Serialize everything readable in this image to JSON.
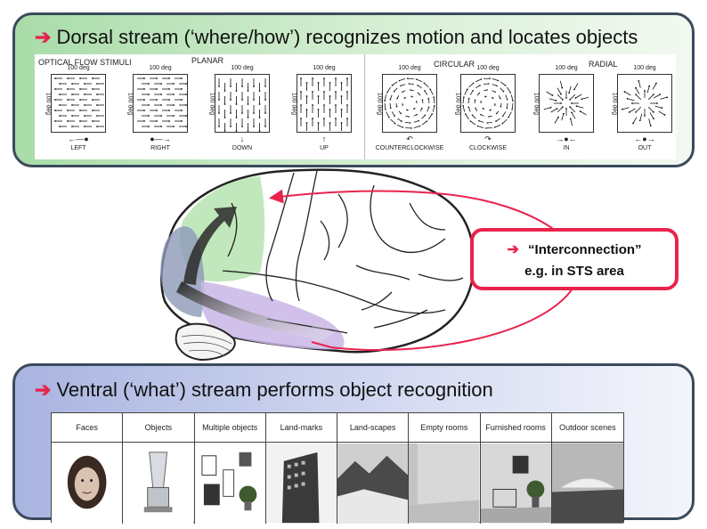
{
  "dorsal": {
    "heading": "Dorsal stream (‘where/how’) recognizes motion and locates objects",
    "figure": {
      "title": "OPTICAL FLOW STIMULI",
      "groups": [
        "PLANAR",
        "CIRCULAR",
        "RADIAL"
      ],
      "scale_label": "100 deg",
      "stimuli": [
        "LEFT",
        "RIGHT",
        "DOWN",
        "UP",
        "COUNTERCLOCKWISE",
        "CLOCKWISE",
        "IN",
        "OUT"
      ]
    }
  },
  "callout": {
    "line1": "“Interconnection”",
    "line2": "e.g. in STS area"
  },
  "ventral": {
    "heading": "Ventral (‘what’) stream performs object recognition",
    "categories": [
      "Faces",
      "Objects",
      "Multiple objects",
      "Land-marks",
      "Land-scapes",
      "Empty rooms",
      "Furnished rooms",
      "Outdoor scenes"
    ]
  },
  "colors": {
    "accent": "#e8234c",
    "dorsal": "#a9dca9",
    "ventral": "#a9b4e0",
    "border": "#3b4a5c"
  },
  "icons": [
    "arrow-right-icon"
  ]
}
